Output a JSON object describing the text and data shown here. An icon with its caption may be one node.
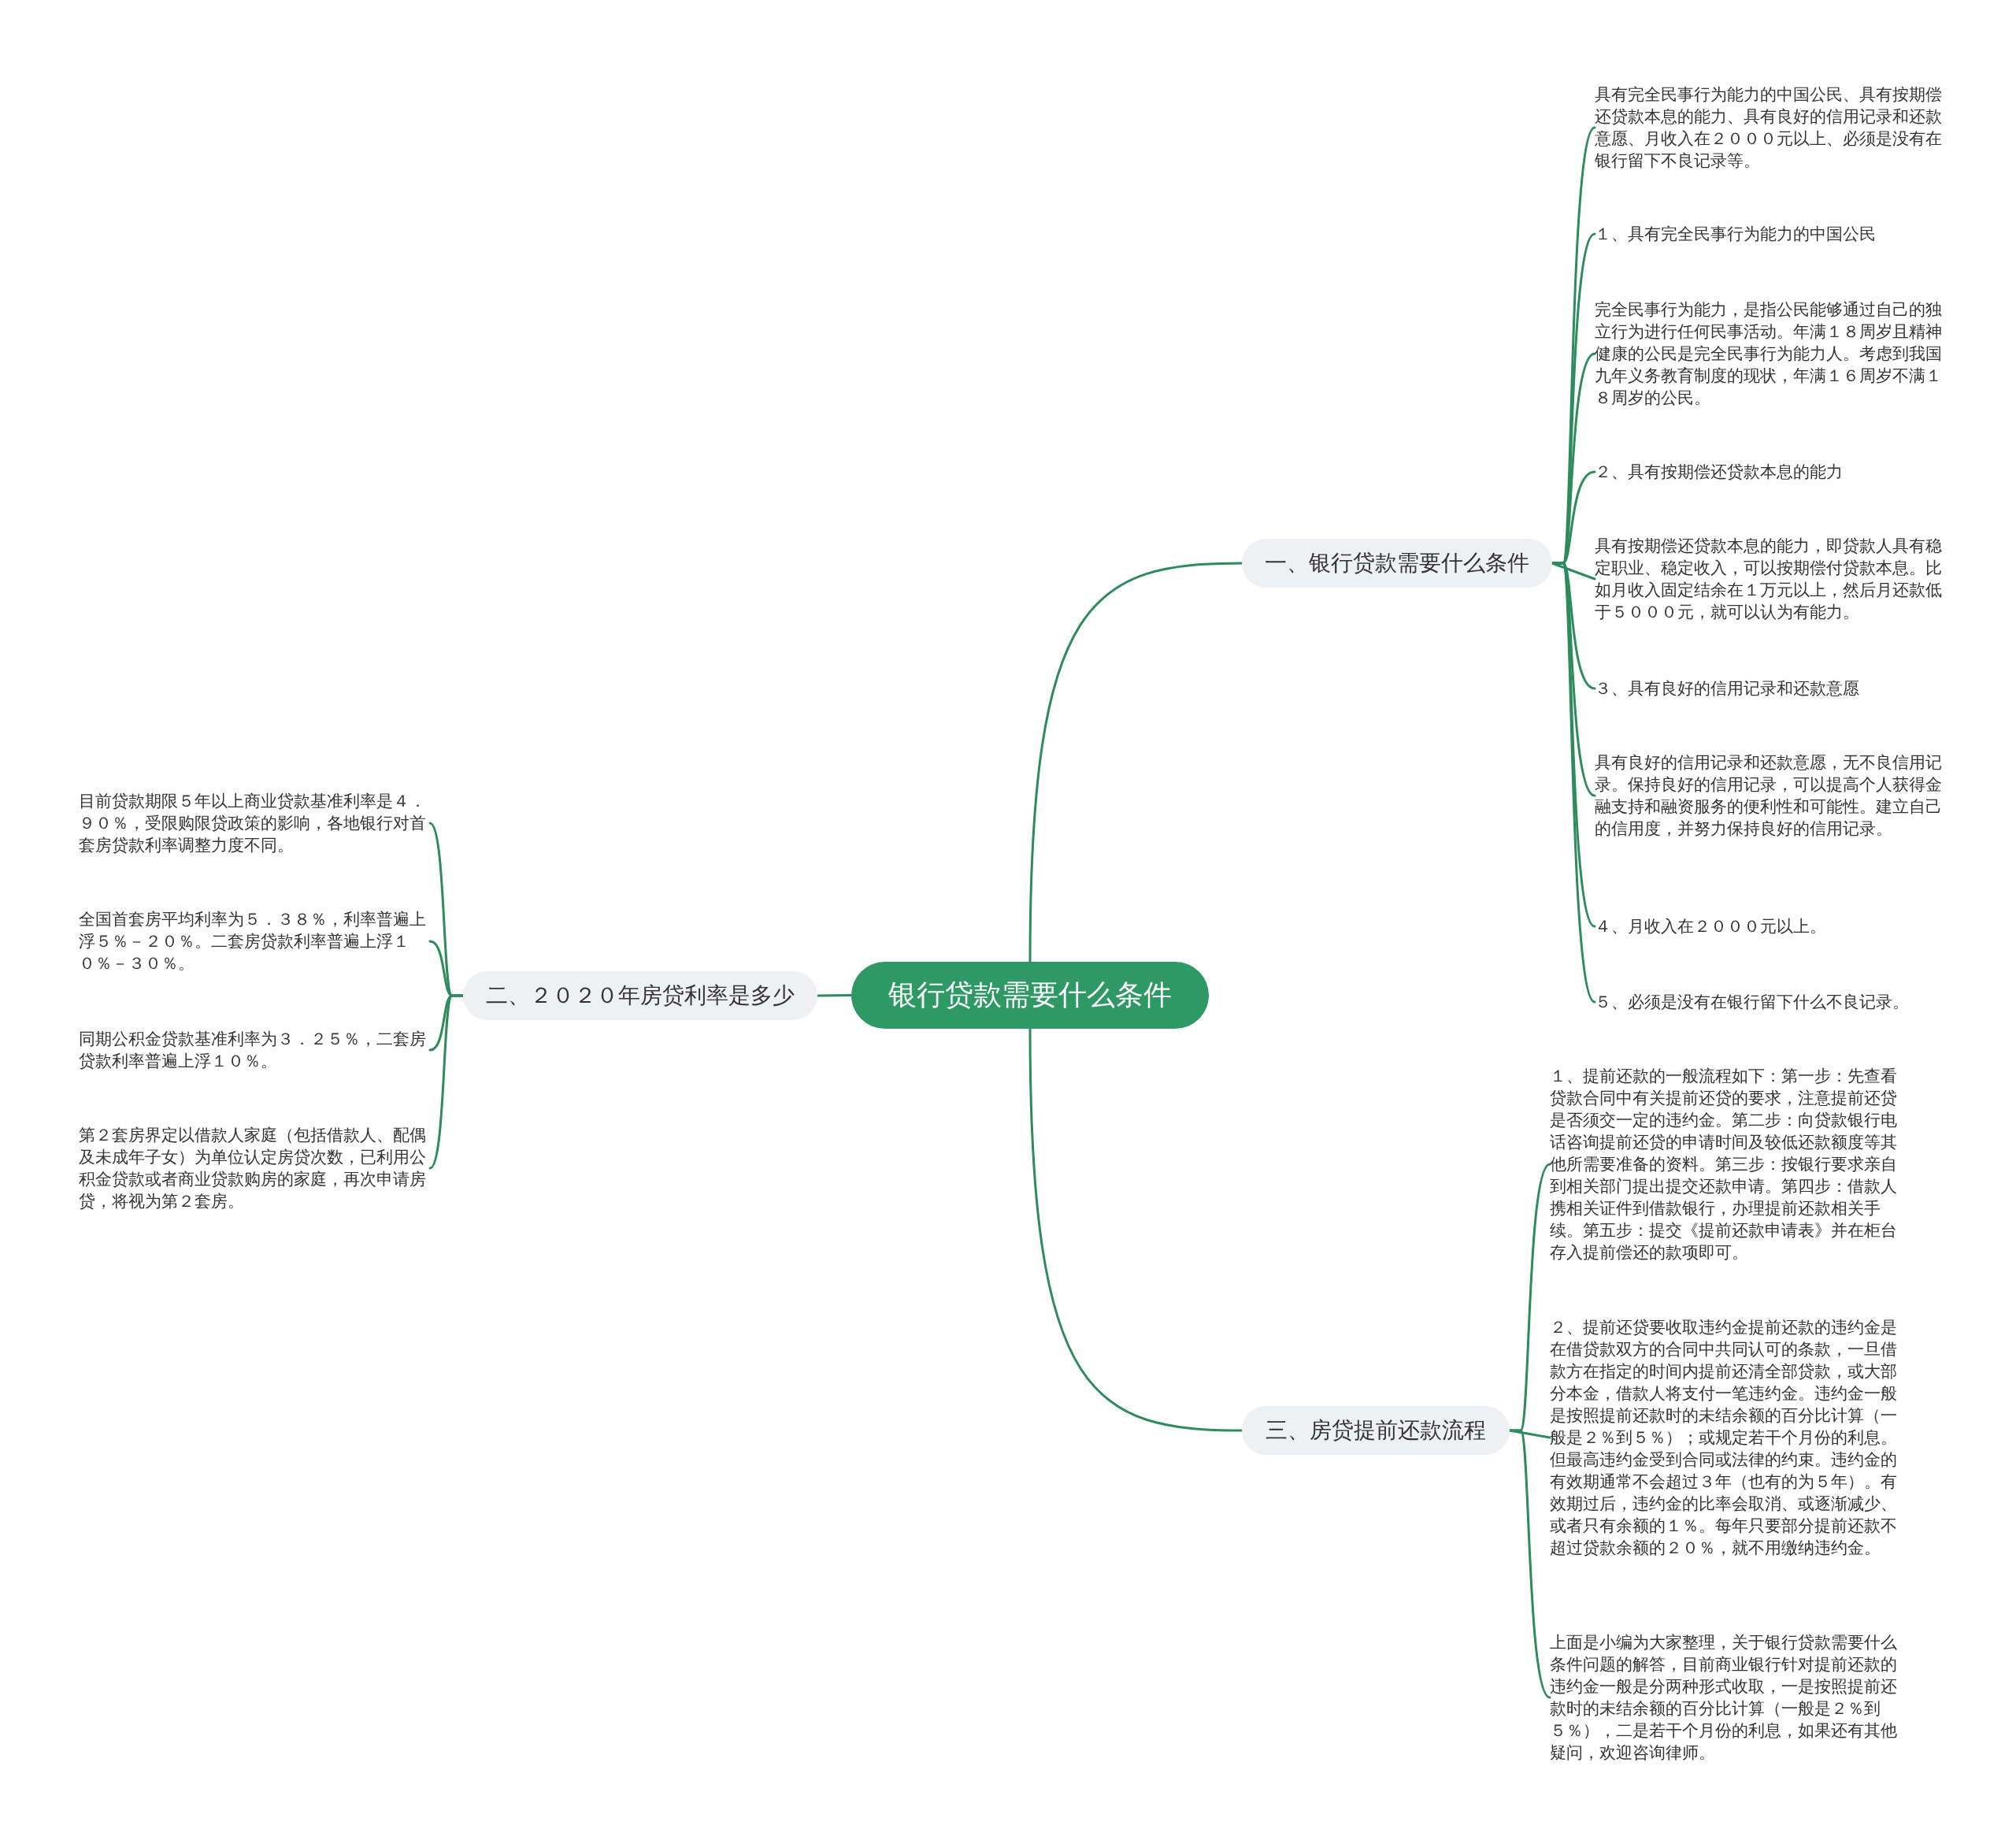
{
  "diagram": {
    "nodes": [
      {
        "text": [
          "银行贷款需要什么条件"
        ]
      },
      {
        "text": [
          "一、银行贷款需要什么条件"
        ]
      },
      {
        "text": [
          "具有完全民事行为能力的中国公民、具有按期偿还贷款本息的能力、具有良好的信用记录和还款意愿、月收入在２０００元以上、必须是没有在银行留下不良记录等。"
        ]
      },
      {
        "text": [
          "１、具有完全民事行为能力的中国公民"
        ]
      },
      {
        "text": [
          "完全民事行为能力，是指公民能够通过自己的独立行为进行任何民事活动。年满１８周岁且精神健康的公民是完全民事行为能力人。考虑到我国九年义务教育制度的现状，年满１６周岁不满１８周岁的公民。"
        ]
      },
      {
        "text": [
          "２、具有按期偿还贷款本息的能力"
        ]
      },
      {
        "text": [
          "具有按期偿还贷款本息的能力，即贷款人具有稳定职业、稳定收入，可以按期偿付贷款本息。比如月收入固定结余在１万元以上，然后月还款低于５０００元，就可以认为有能力。"
        ]
      },
      {
        "text": [
          "３、具有良好的信用记录和还款意愿"
        ]
      },
      {
        "text": [
          "具有良好的信用记录和还款意愿，无不良信用记录。保持良好的信用记录，可以提高个人获得金融支持和融资服务的便利性和可能性。建立自己的信用度，并努力保持良好的信用记录。"
        ]
      },
      {
        "text": [
          "４、月收入在２０００元以上。"
        ]
      },
      {
        "text": [
          "５、必须是没有在银行留下什么不良记录。"
        ]
      },
      {
        "text": [
          "二、２０２０年房贷利率是多少"
        ]
      },
      {
        "text": [
          "目前贷款期限５年以上商业贷款基准利率是４．９０％，受限购限贷政策的影响，各地银行对首套房贷款利率调整力度不同。"
        ]
      },
      {
        "text": [
          "全国首套房平均利率为５．３８％，利率普遍上浮５％－２０％。二套房贷款利率普遍上浮１０％－３０％。"
        ]
      },
      {
        "text": [
          "同期公积金贷款基准利率为３．２５％，二套房贷款利率普遍上浮１０％。"
        ]
      },
      {
        "text": [
          "第２套房界定以借款人家庭（包括借款人、配偶及未成年子女）为单位认定房贷次数，已利用公积金贷款或者商业贷款购房的家庭，再次申请房贷，将视为第２套房。"
        ]
      },
      {
        "text": [
          "三、房贷提前还款流程"
        ]
      },
      {
        "text": [
          "１、提前还款的一般流程如下：第一步：先查看贷款合同中有关提前还贷的要求，注意提前还贷是否须交一定的违约金。第二步：向贷款银行电话咨询提前还贷的申请时间及较低还款额度等其他所需要准备的资料。第三步：按银行要求亲自到相关部门提出提交还款申请。第四步：借款人携相关证件到借款银行，办理提前还款相关手续。第五步：提交《提前还款申请表》并在柜台存入提前偿还的款项即可。"
        ]
      },
      {
        "text": [
          "２、提前还贷要收取违约金提前还款的违约金是在借贷款双方的合同中共同认可的条款，一旦借款方在指定的时间内提前还清全部贷款，或大部分本金，借款人将支付一笔违约金。违约金一般是按照提前还款时的未结余额的百分比计算（一般是２％到５％）；或规定若干个月份的利息。但最高违约金受到合同或法律的约束。违约金的有效期通常不会超过３年（也有的为５年）。有效期过后，违约金的比率会取消、或逐渐减少、或者只有余额的１％。每年只要部分提前还款不超过贷款余额的２０％，就不用缴纳违约金。"
        ]
      },
      {
        "text": [
          "上面是小编为大家整理，关于银行贷款需要什么条件问题的解答，目前商业银行针对提前还款的违约金一般是分两种形式收取，一是按照提前还款时的未结余额的百分比计算（一般是２％到５％），二是若干个月份的利息，如果还有其他疑问，欢迎咨询律师。"
        ]
      }
    ],
    "edges": [
      {
        "from": 0,
        "to": 1,
        "arrow": "none"
      },
      {
        "from": 1,
        "to": 2,
        "arrow": "none"
      },
      {
        "from": 1,
        "to": 3,
        "arrow": "none"
      },
      {
        "from": 1,
        "to": 4,
        "arrow": "none"
      },
      {
        "from": 1,
        "to": 5,
        "arrow": "none"
      },
      {
        "from": 1,
        "to": 6,
        "arrow": "none"
      },
      {
        "from": 1,
        "to": 7,
        "arrow": "none"
      },
      {
        "from": 1,
        "to": 8,
        "arrow": "none"
      },
      {
        "from": 1,
        "to": 9,
        "arrow": "none"
      },
      {
        "from": 1,
        "to": 10,
        "arrow": "none"
      },
      {
        "from": 0,
        "to": 11,
        "arrow": "none"
      },
      {
        "from": 11,
        "to": 12,
        "arrow": "none"
      },
      {
        "from": 11,
        "to": 13,
        "arrow": "none"
      },
      {
        "from": 11,
        "to": 14,
        "arrow": "none"
      },
      {
        "from": 11,
        "to": 15,
        "arrow": "none"
      },
      {
        "from": 0,
        "to": 16,
        "arrow": "none"
      },
      {
        "from": 16,
        "to": 17,
        "arrow": "none"
      },
      {
        "from": 16,
        "to": 18,
        "arrow": "none"
      },
      {
        "from": 16,
        "to": 19,
        "arrow": "none"
      }
    ]
  }
}
